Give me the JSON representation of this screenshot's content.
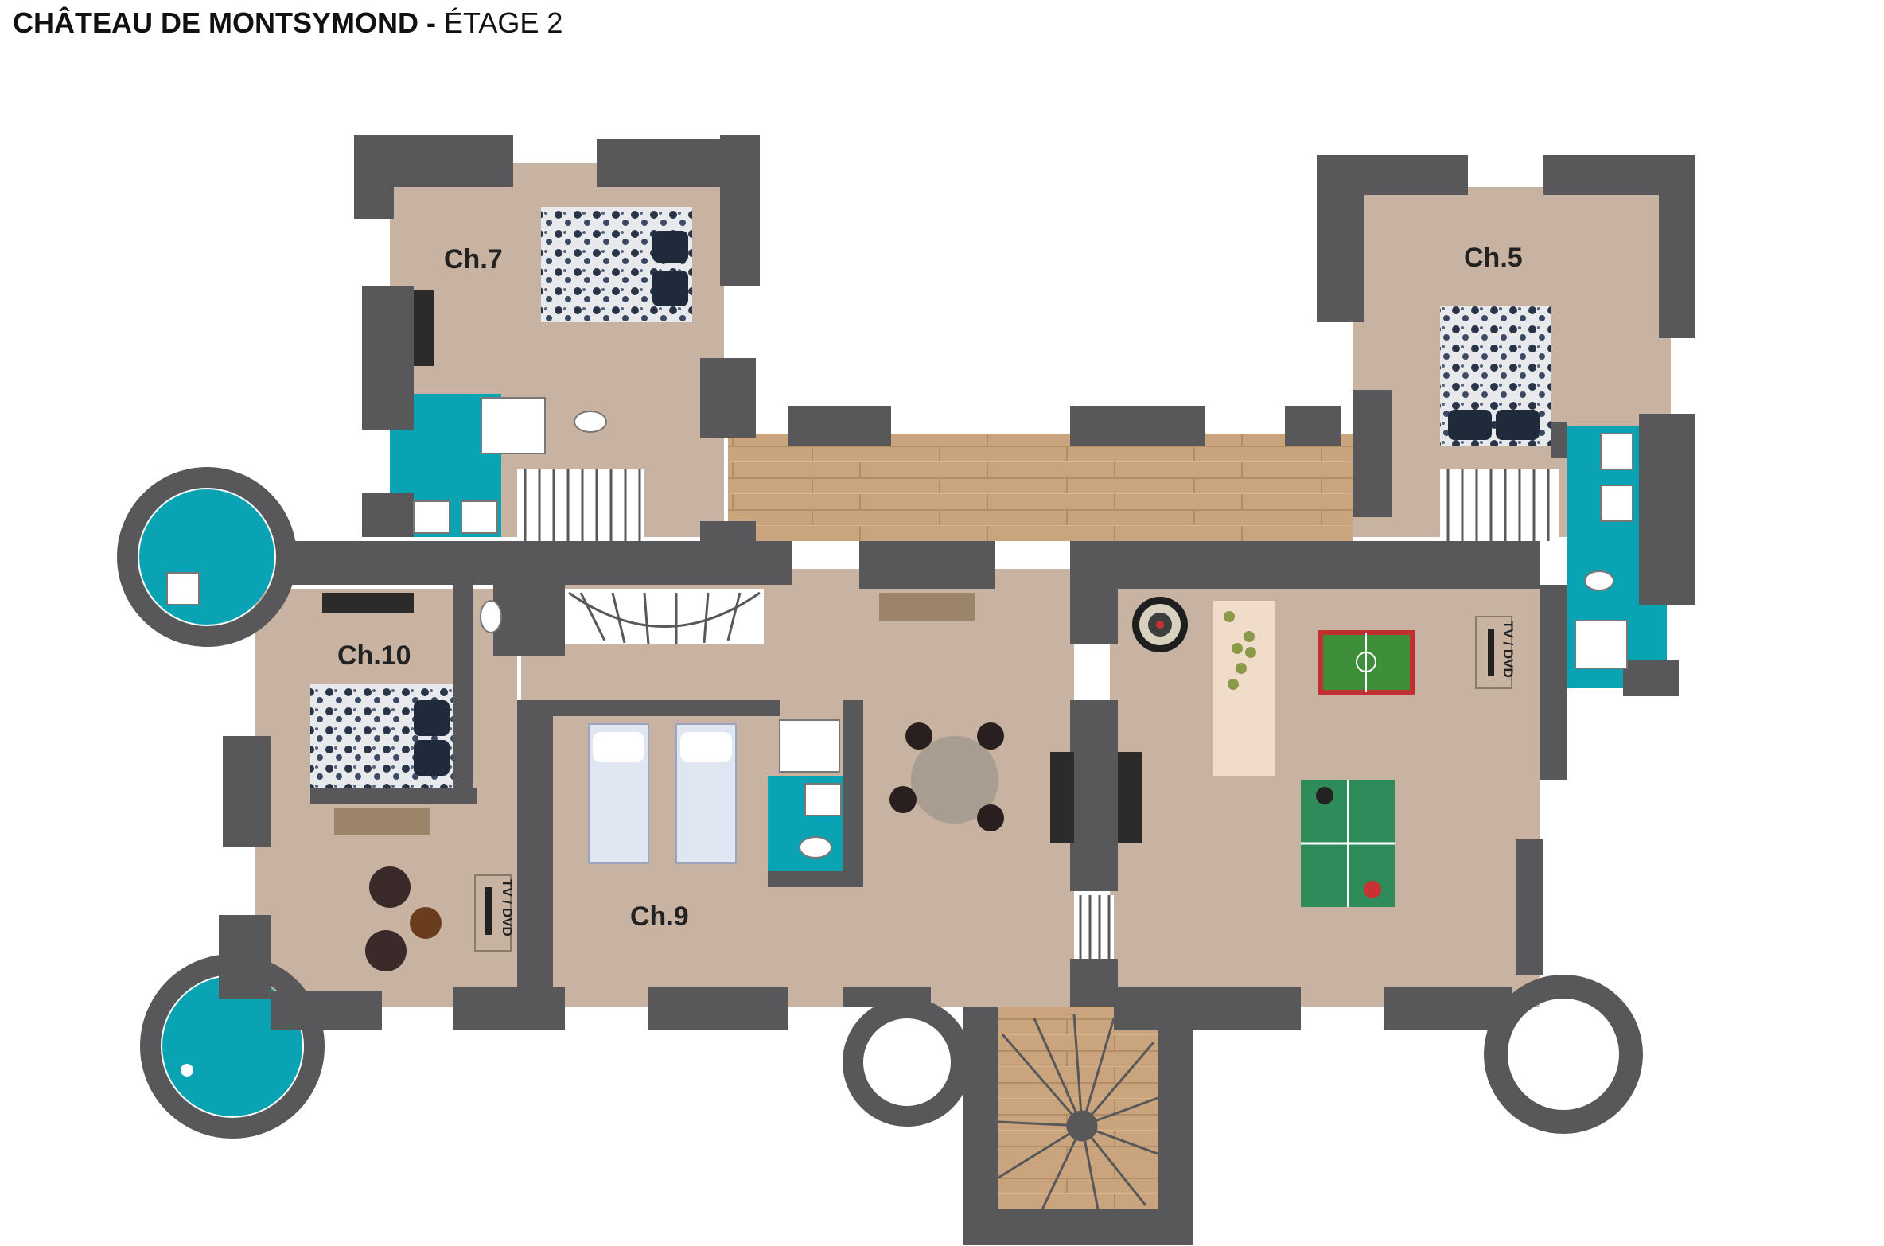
{
  "title": {
    "main": "CHÂTEAU DE MONTSYMOND",
    "separator": " - ",
    "floor": "ÉTAGE 2"
  },
  "rooms": {
    "ch7": "Ch.7",
    "ch5": "Ch.5",
    "ch10": "Ch.10",
    "ch9": "Ch.9"
  },
  "labels": {
    "tv": "TV / DVD"
  },
  "colors": {
    "wall": "#58585a",
    "floor": "#c8b3a3",
    "bathroom": "#0aa3b4",
    "parquet": "#c9a47c",
    "pingpong": "#2e8b5a",
    "baby_foot": "#3f8f3a",
    "bar": "#f0dcc8"
  }
}
